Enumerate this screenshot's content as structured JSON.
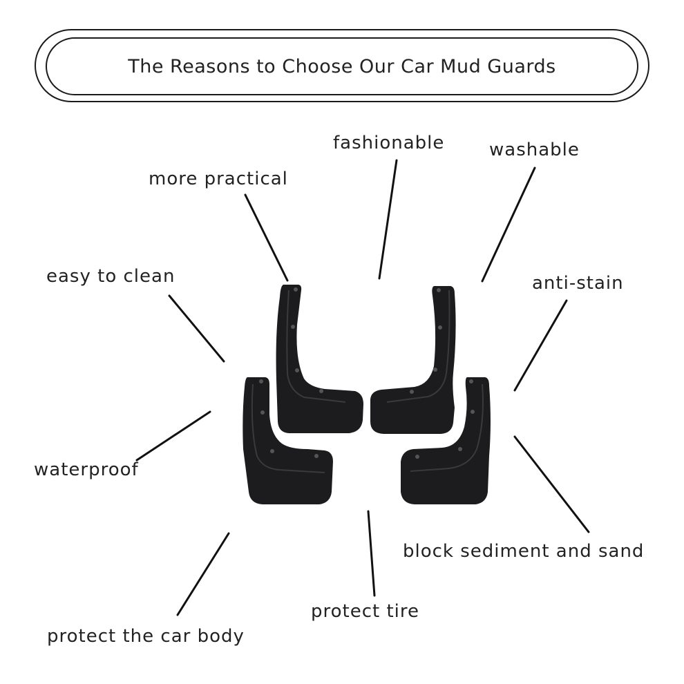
{
  "title": "The Reasons to Choose Our Car Mud Guards",
  "labels": {
    "fashionable": "fashionable",
    "washable": "washable",
    "more_practical": "more practical",
    "easy_to_clean": "easy to clean",
    "anti_stain": "anti-stain",
    "waterproof": "waterproof",
    "block_sediment": "block sediment and sand",
    "protect_tire": "protect tire",
    "protect_car_body": "protect the car body"
  },
  "colors": {
    "text": "#222222",
    "line": "#111111",
    "mudguard": "#1c1c1e",
    "mudguard_highlight": "#3a3a3d"
  }
}
